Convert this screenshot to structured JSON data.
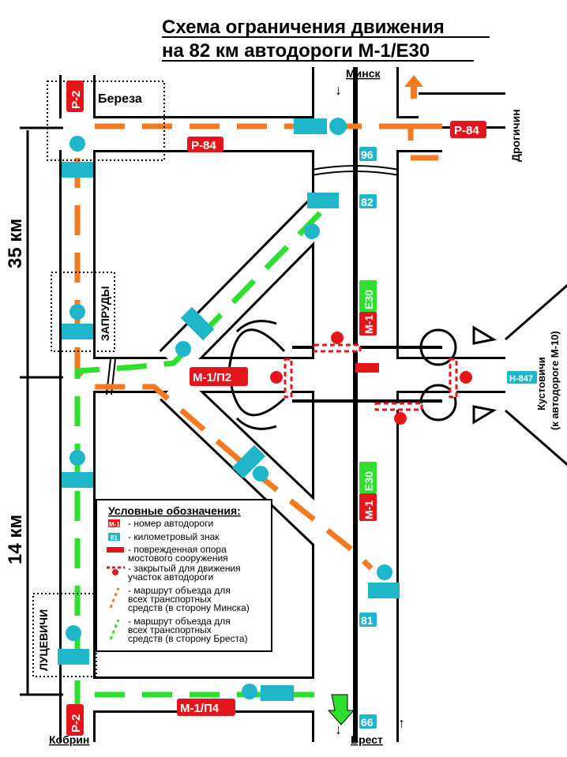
{
  "title": {
    "line1": "Схема ограничения движения",
    "line2": "на 82 км автодороги М-1/E30"
  },
  "places": {
    "minsk": "Минск",
    "bereza": "Береза",
    "drogichin": "Дрогичин",
    "zaprudy": "ЗАПРУДЫ",
    "lucevichi": "ЛУЦЕВИЧИ",
    "kobrin": "Кобрин",
    "brest": "Брест",
    "kustovichi": "Кустовичи",
    "kustovichi_note": "(к автодороге М-10)"
  },
  "roads": {
    "r2_top": "Р-2",
    "r2_bottom": "Р-2",
    "r84_left": "Р-84",
    "r84_right": "Р-84",
    "m1_upper": "М-1",
    "e30_upper": "E30",
    "m1_lower": "М-1",
    "e30_lower": "E30",
    "m1_p2": "М-1/П2",
    "m1_p4": "М-1/П4",
    "n847": "Н-847"
  },
  "km_signs": {
    "k96": "96",
    "k82": "82",
    "k81": "81",
    "k66": "66"
  },
  "distances": {
    "upper": "35 км",
    "lower": "14 км"
  },
  "legend": {
    "title": "Условные обозначения:",
    "road_sample": "М-1",
    "km_sample": "81",
    "items": [
      "- номер автодороги",
      "- километровый знак",
      "- поврежденная опора",
      "мостового сооружения",
      "- закрытый для движения",
      "участок автодороги",
      "- маршрут объезда для",
      "всех транспортных",
      "средств (в сторону Минска)",
      "- маршрут объезда для",
      "всех транспортных",
      "средств (в сторону Бреста)"
    ]
  },
  "colors": {
    "red": "#e4161b",
    "cyan": "#1fb6c9",
    "orange": "#f47920",
    "green": "#2ee02e"
  }
}
